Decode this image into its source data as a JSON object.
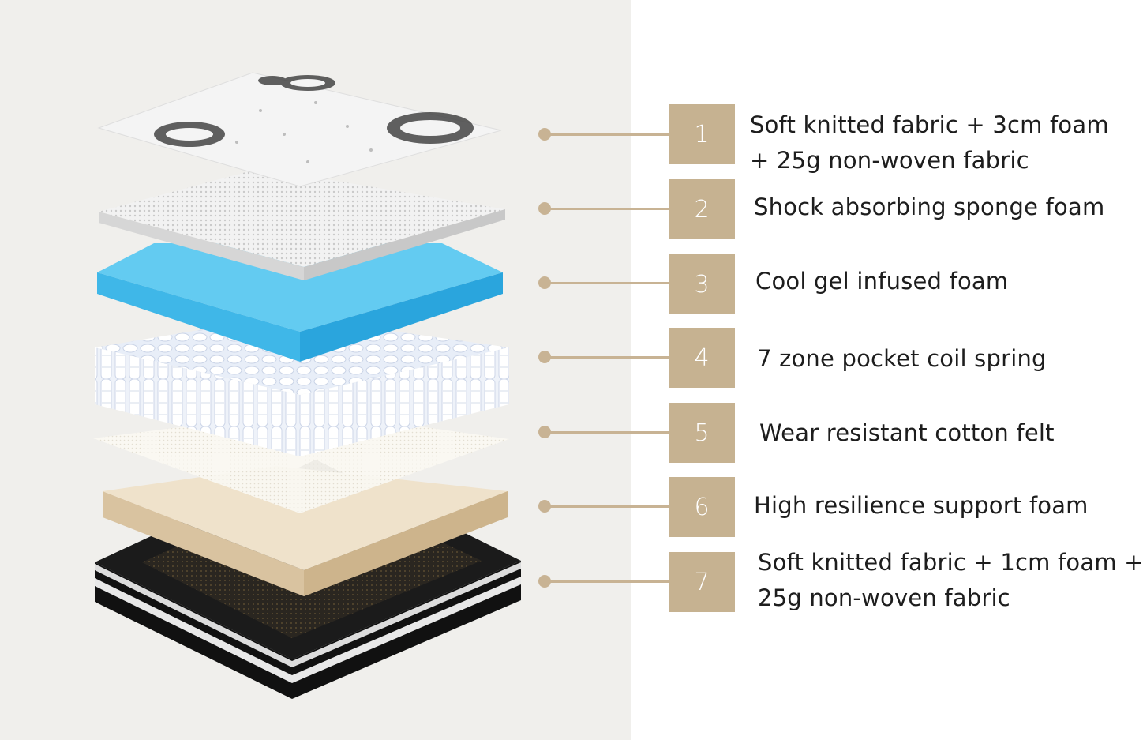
{
  "colors": {
    "accent": "#c6b291",
    "connector": "#c8b394",
    "panel_background": "#f0efec",
    "text": "#1d1d1d",
    "gel_foam": "#3fb7e8",
    "support_foam": "#e7d6b9"
  },
  "layers": [
    {
      "number": "1",
      "label_lines": [
        "Soft knitted fabric + 3cm foam",
        "+ 25g non-woven fabric"
      ],
      "icon": "quilted-fabric-top"
    },
    {
      "number": "2",
      "label_lines": [
        "Shock absorbing sponge foam"
      ],
      "icon": "textured-sponge"
    },
    {
      "number": "3",
      "label_lines": [
        "Cool gel infused foam"
      ],
      "icon": "blue-gel-foam"
    },
    {
      "number": "4",
      "label_lines": [
        "7 zone pocket coil spring"
      ],
      "icon": "pocket-coils"
    },
    {
      "number": "5",
      "label_lines": [
        "Wear resistant cotton felt"
      ],
      "icon": "cotton-felt"
    },
    {
      "number": "6",
      "label_lines": [
        "High resilience support foam"
      ],
      "icon": "beige-support-foam"
    },
    {
      "number": "7",
      "label_lines": [
        "Soft knitted fabric + 1cm foam +",
        "25g non-woven fabric"
      ],
      "icon": "black-base-fabric"
    }
  ]
}
